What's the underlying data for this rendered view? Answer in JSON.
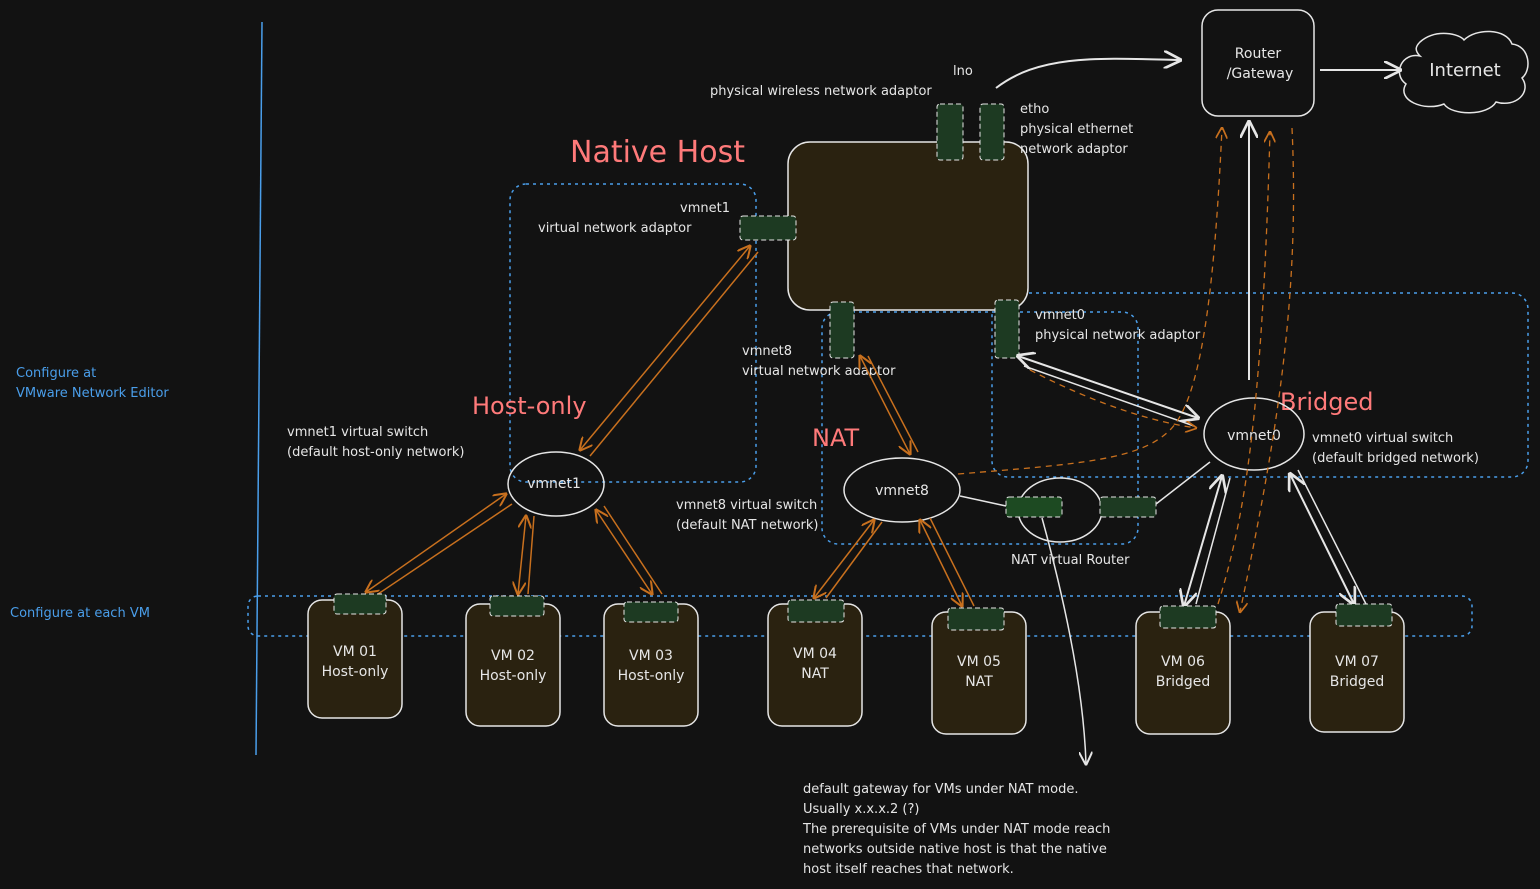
{
  "left_labels": {
    "network_editor_line1": "Configure at",
    "network_editor_line2": "VMware Network Editor",
    "each_vm": "Configure at each VM"
  },
  "titles": {
    "native_host": "Native Host",
    "host_only": "Host-only",
    "nat": "NAT",
    "bridged": "Bridged"
  },
  "adaptors": {
    "wlan_name": "lno",
    "wlan_desc": "physical wireless network adaptor",
    "eth_name": "etho",
    "eth_desc1": "physical ethernet",
    "eth_desc2": "network adaptor",
    "vmnet1_name": "vmnet1",
    "vmnet1_desc": "virtual network adaptor",
    "vmnet8_name": "vmnet8",
    "vmnet8_desc": "virtual network adaptor",
    "vmnet0_name": "vmnet0",
    "vmnet0_desc": "physical network adaptor"
  },
  "switches": {
    "vmnet1": "vmnet1",
    "vmnet1_desc1": "vmnet1 virtual switch",
    "vmnet1_desc2": "(default host-only network)",
    "vmnet8": "vmnet8",
    "vmnet8_desc1": "vmnet8 virtual switch",
    "vmnet8_desc2": "(default NAT network)",
    "vmnet0": "vmnet0",
    "vmnet0_desc1": "vmnet0 virtual switch",
    "vmnet0_desc2": "(default bridged network)"
  },
  "router": {
    "line1": "Router",
    "line2": "/Gateway",
    "internet": "Internet",
    "nat_router": "NAT virtual Router"
  },
  "vms": [
    {
      "name": "VM 01",
      "mode": "Host-only"
    },
    {
      "name": "VM 02",
      "mode": "Host-only"
    },
    {
      "name": "VM 03",
      "mode": "Host-only"
    },
    {
      "name": "VM 04",
      "mode": "NAT"
    },
    {
      "name": "VM 05",
      "mode": "NAT"
    },
    {
      "name": "VM 06",
      "mode": "Bridged"
    },
    {
      "name": "VM 07",
      "mode": "Bridged"
    }
  ],
  "note": [
    "default gateway for VMs under NAT mode.",
    "Usually x.x.x.2 (?)",
    "The prerequisite of VMs under NAT mode reach",
    "networks outside native host is that the native",
    "host itself reaches that network."
  ],
  "colors": {
    "background": "#121212",
    "stroke": "#e6e6e6",
    "accent_red": "#ff7a7a",
    "blue": "#4a9eea",
    "orange": "#c8701e",
    "adaptor_fill": "#1d3a22",
    "box_fill": "#2a2210"
  }
}
